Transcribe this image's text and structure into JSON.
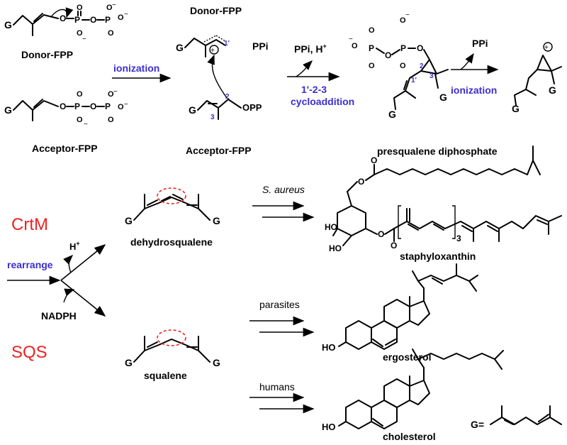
{
  "top": {
    "donor_label": "Donor-FPP",
    "donor_label_mid": "Donor-FPP",
    "acceptor_label": "Acceptor-FPP",
    "acceptor_label_mid": "Acceptor-FPP",
    "ionization_1": "ionization",
    "ppi_1": "PPi",
    "ppi_h": "PPi, H",
    "h_plus_sup": "+",
    "cycloaddition_1": "1'-2-3",
    "cycloaddition_2": "cycloaddition",
    "ppi_2": "PPi",
    "ionization_2": "ionization",
    "presqualene": "presqualene diphosphate",
    "opp": "OPP",
    "atom_g": "G",
    "atom_o": "O",
    "atom_p": "P",
    "num_1p": "1'",
    "num_2": "2",
    "num_3": "3"
  },
  "bottom": {
    "crtm": "CrtM",
    "sqs": "SQS",
    "rearrange": "rearrange",
    "h_plus": "H",
    "h_plus_sup": "+",
    "nadph": "NADPH",
    "dehydrosqualene": "dehydrosqualene",
    "squalene": "squalene",
    "s_aureus": "S. aureus",
    "staphyloxanthin": "staphyloxanthin",
    "parasites": "parasites",
    "ergosterol": "ergosterol",
    "humans": "humans",
    "cholesterol": "cholesterol",
    "ho": "HO",
    "subscript_3": "3",
    "g_equals": "G=",
    "atom_g": "G",
    "atom_o": "O"
  },
  "colors": {
    "blue_text": "#3b2fd0",
    "red_text": "#ee2222",
    "red_dashed": "#ee2222"
  }
}
